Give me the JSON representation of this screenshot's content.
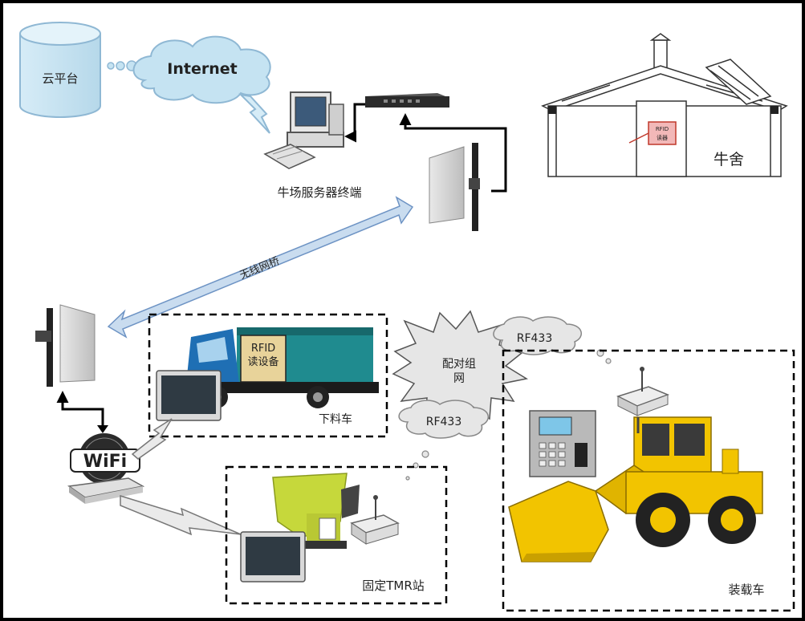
{
  "labels": {
    "cloud_platform": "云平台",
    "internet": "Internet",
    "farm_server": "牛场服务器终端",
    "barn": "牛舍",
    "barn_rfid_line1": "RFID",
    "barn_rfid_line2": "读器",
    "wireless_bridge": "无线网桥",
    "rfid_reader_line1": "RFID",
    "rfid_reader_line2": "读设备",
    "feed_truck": "下料车",
    "pairing_line1": "配对组",
    "pairing_line2": "网",
    "rf433_top": "RF433",
    "rf433_bottom": "RF433",
    "wifi_text": "WiFi",
    "tmr_station": "固定TMR站",
    "loader": "装载车"
  },
  "colors": {
    "cloud_fill": "#c5e3f2",
    "cloud_stroke": "#8fb8d4",
    "arrow_fill": "#c9dcef",
    "arrow_stroke": "#6d93c4",
    "loader_yellow": "#f2c400",
    "tmr_green": "#c6d83b"
  }
}
